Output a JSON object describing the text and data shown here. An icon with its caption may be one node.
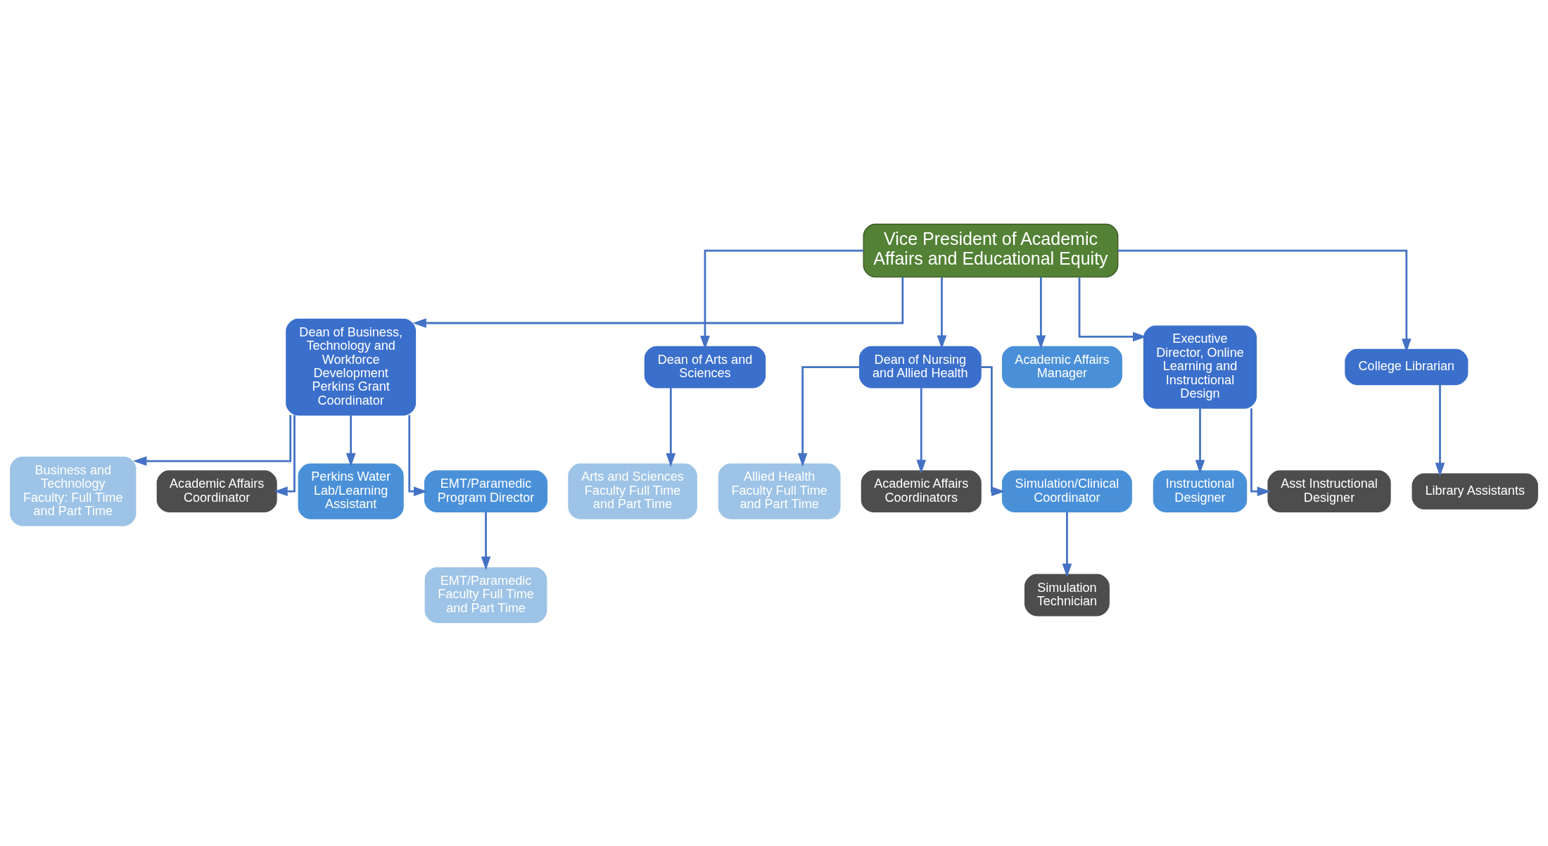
{
  "diagram": {
    "nodes": [
      {
        "text": [
          "Vice President of Academic Affairs and Educational Equity"
        ]
      },
      {
        "text": [
          "Dean of Business, Technology and Workforce Development Perkins Grant Coordinator"
        ]
      },
      {
        "text": [
          "Dean of Arts and Sciences"
        ]
      },
      {
        "text": [
          "Dean of Nursing and Allied Health"
        ]
      },
      {
        "text": [
          "Academic Affairs Manager"
        ]
      },
      {
        "text": [
          "Executive Director, Online Learning and Instructional Design"
        ]
      },
      {
        "text": [
          "College Librarian"
        ]
      },
      {
        "text": [
          "Business and Technology Faculty: Full Time and Part Time"
        ]
      },
      {
        "text": [
          "Academic Affairs Coordinator"
        ]
      },
      {
        "text": [
          "Perkins Water Lab/Learning Assistant"
        ]
      },
      {
        "text": [
          "EMT/Paramedic Program Director"
        ]
      },
      {
        "text": [
          "EMT/Paramedic Faculty Full Time and Part Time"
        ]
      },
      {
        "text": [
          "Arts and Sciences Faculty Full Time and Part Time"
        ]
      },
      {
        "text": [
          "Allied Health Faculty Full Time and Part Time"
        ]
      },
      {
        "text": [
          "Academic Affairs Coordinators"
        ]
      },
      {
        "text": [
          "Simulation/Clinical Coordinator"
        ]
      },
      {
        "text": [
          "Simulation Technician"
        ]
      },
      {
        "text": [
          "Instructional Designer"
        ]
      },
      {
        "text": [
          "Asst Instructional Designer"
        ]
      },
      {
        "text": [
          "Library Assistants"
        ]
      }
    ],
    "edges": [
      {
        "from": 0,
        "to": 1,
        "arrow": "to"
      },
      {
        "from": 0,
        "to": 2,
        "arrow": "to"
      },
      {
        "from": 0,
        "to": 3,
        "arrow": "to"
      },
      {
        "from": 0,
        "to": 4,
        "arrow": "to"
      },
      {
        "from": 0,
        "to": 5,
        "arrow": "to"
      },
      {
        "from": 0,
        "to": 6,
        "arrow": "to"
      },
      {
        "from": 1,
        "to": 7,
        "arrow": "to"
      },
      {
        "from": 1,
        "to": 8,
        "arrow": "to"
      },
      {
        "from": 1,
        "to": 9,
        "arrow": "to"
      },
      {
        "from": 1,
        "to": 10,
        "arrow": "to"
      },
      {
        "from": 10,
        "to": 11,
        "arrow": "to"
      },
      {
        "from": 2,
        "to": 12,
        "arrow": "to"
      },
      {
        "from": 3,
        "to": 13,
        "arrow": "to"
      },
      {
        "from": 3,
        "to": 14,
        "arrow": "to"
      },
      {
        "from": 3,
        "to": 15,
        "arrow": "to"
      },
      {
        "from": 15,
        "to": 16,
        "arrow": "to"
      },
      {
        "from": 5,
        "to": 17,
        "arrow": "to"
      },
      {
        "from": 5,
        "to": 18,
        "arrow": "to"
      },
      {
        "from": 6,
        "to": 19,
        "arrow": "to"
      }
    ]
  }
}
